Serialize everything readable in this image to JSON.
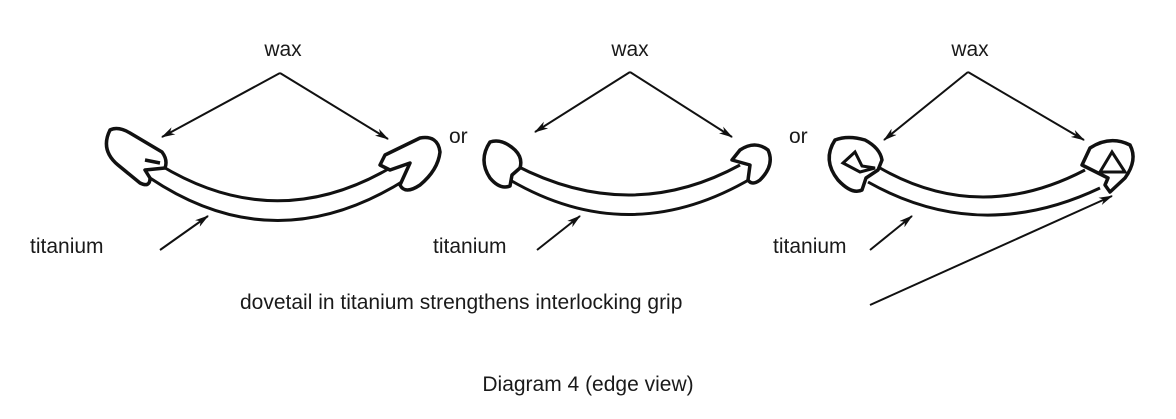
{
  "figures": [
    {
      "wax_label": "wax",
      "titanium_label": "titanium",
      "separator": "or"
    },
    {
      "wax_label": "wax",
      "titanium_label": "titanium",
      "separator": "or"
    },
    {
      "wax_label": "wax",
      "titanium_label": "titanium"
    }
  ],
  "annotation": "dovetail in titanium strengthens interlocking grip",
  "caption": "Diagram 4 (edge view)"
}
